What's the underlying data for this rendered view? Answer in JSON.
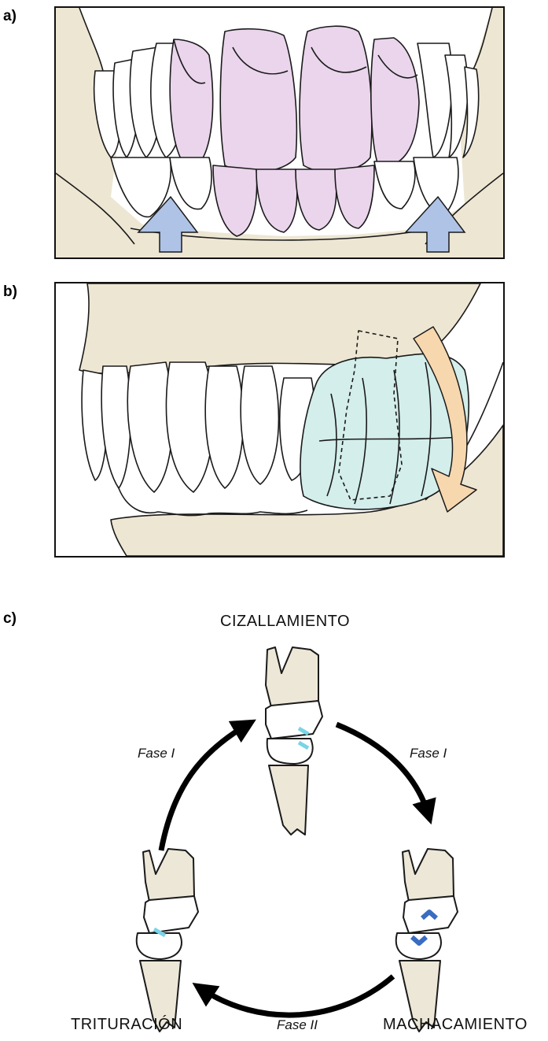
{
  "panels": {
    "a": {
      "letter": "a)"
    },
    "b": {
      "letter": "b)"
    },
    "c": {
      "letter": "c)"
    }
  },
  "cycle": {
    "stage_top": "CIZALLAMIENTO",
    "stage_right": "MACHACAMIENTO",
    "stage_left": "TRITURACIÓN",
    "phase_top_left": "Fase I",
    "phase_top_right": "Fase I",
    "phase_bottom": "Fase II"
  },
  "colors": {
    "bone": "#ede6d3",
    "incisor_highlight": "#ead5ec",
    "molar_highlight": "#d3eeeb",
    "up_arrow": "#aec3e6",
    "rotation_arrow": "#f7d7ae",
    "contact_light": "#79d4e6",
    "contact_dark": "#3a6cc2",
    "root": "#ece7d7",
    "outline": "#1a1a1a"
  }
}
